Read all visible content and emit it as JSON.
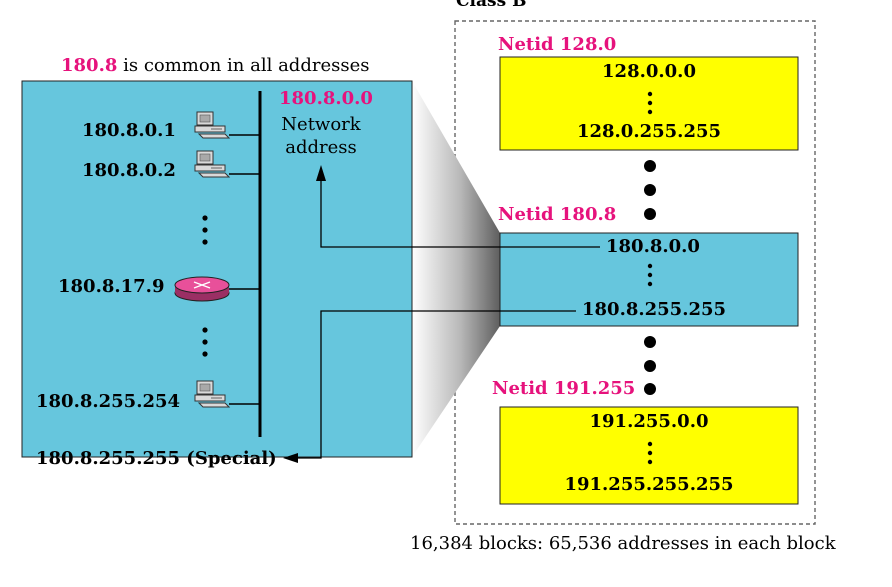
{
  "left_panel": {
    "caption_highlight": "180.8",
    "caption_rest": "is common in all addresses",
    "network_addr": "180.8.0.0",
    "network_label_1": "Network",
    "network_label_2": "address",
    "host_1": "180.8.0.1",
    "host_2": "180.8.0.2",
    "router": "180.8.17.9",
    "host_last": "180.8.255.254",
    "special": "180.8.255.255 (Special)"
  },
  "class_b": {
    "title": "Class B",
    "blocks": [
      {
        "netid": "Netid 128.0",
        "first": "128.0.0.0",
        "last": "128.0.255.255"
      },
      {
        "netid": "Netid 180.8",
        "first": "180.8.0.0",
        "last": "180.8.255.255"
      },
      {
        "netid": "Netid 191.255",
        "first": "191.255.0.0",
        "last": "191.255.255.255"
      }
    ],
    "footer": "16,384 blocks: 65,536 addresses in each block"
  },
  "colors": {
    "panel": "#66c6dd",
    "block": "#ffff00",
    "accent": "#e6127c",
    "router": "#e8509a"
  }
}
